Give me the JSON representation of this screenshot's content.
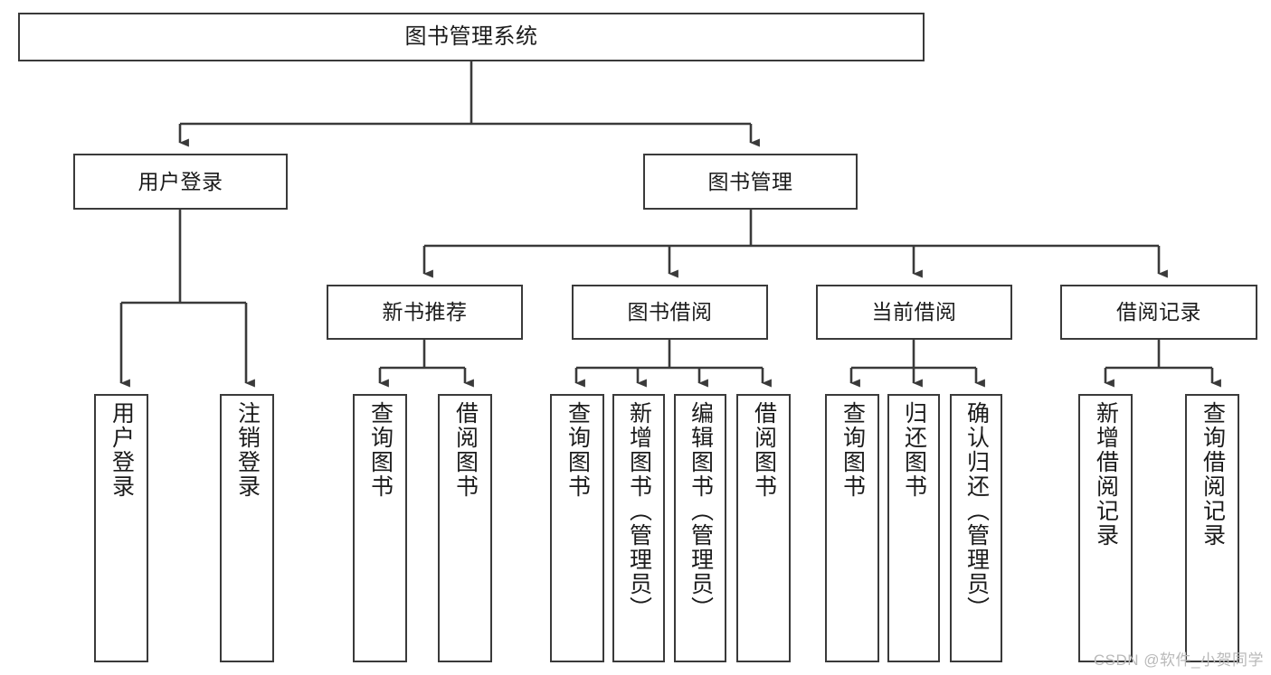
{
  "diagram": {
    "type": "tree",
    "title": "图书管理系统",
    "orientation": "top-down",
    "root": {
      "label": "图书管理系统"
    },
    "level2": [
      {
        "label": "用户登录"
      },
      {
        "label": "图书管理"
      }
    ],
    "level3": [
      {
        "label": "新书推荐"
      },
      {
        "label": "图书借阅"
      },
      {
        "label": "当前借阅"
      },
      {
        "label": "借阅记录"
      }
    ],
    "leaves": {
      "user_login": [
        {
          "label": "用户登录"
        },
        {
          "label": "注销登录"
        }
      ],
      "new_book_recommend": [
        {
          "label": "查询图书"
        },
        {
          "label": "借阅图书"
        }
      ],
      "book_borrow": [
        {
          "label": "查询图书"
        },
        {
          "label": "新增图书（管理员）"
        },
        {
          "label": "编辑图书（管理员）"
        },
        {
          "label": "借阅图书"
        }
      ],
      "current_borrow": [
        {
          "label": "查询图书"
        },
        {
          "label": "归还图书"
        },
        {
          "label": "确认归还（管理员）"
        }
      ],
      "borrow_record": [
        {
          "label": "新增借阅记录"
        },
        {
          "label": "查询借阅记录"
        }
      ]
    }
  },
  "watermark": {
    "text": "CSDN @软件_小贺同学"
  },
  "colors": {
    "background": "#ffffff",
    "box_border": "#3a3a3a",
    "connector": "#3a3a3a",
    "text": "#1b1b1b",
    "watermark": "#b9b9b9"
  }
}
